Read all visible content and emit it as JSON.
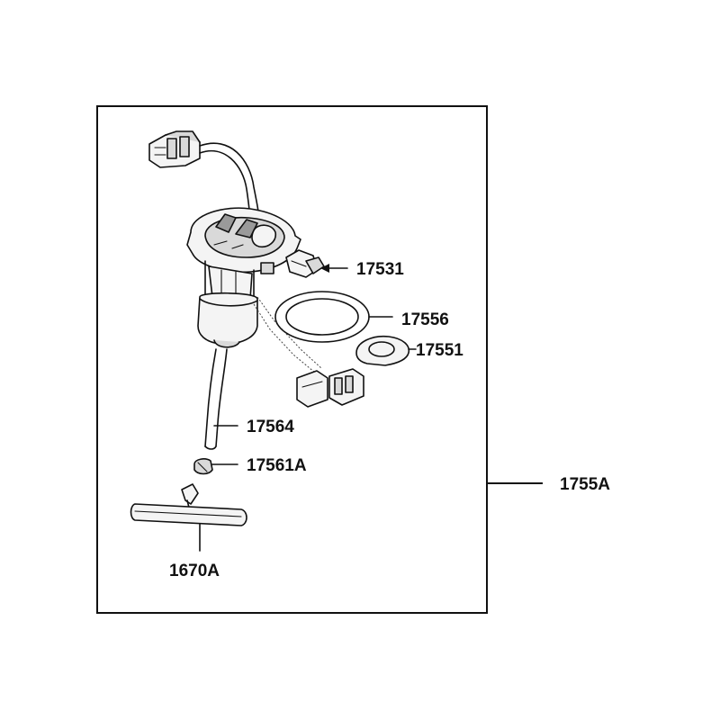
{
  "diagram": {
    "assembly_label": "1755A",
    "parts": {
      "p17531": "17531",
      "p17556": "17556",
      "p17551": "17551",
      "p17564": "17564",
      "p17561A": "17561A",
      "p1670A": "1670A"
    }
  }
}
